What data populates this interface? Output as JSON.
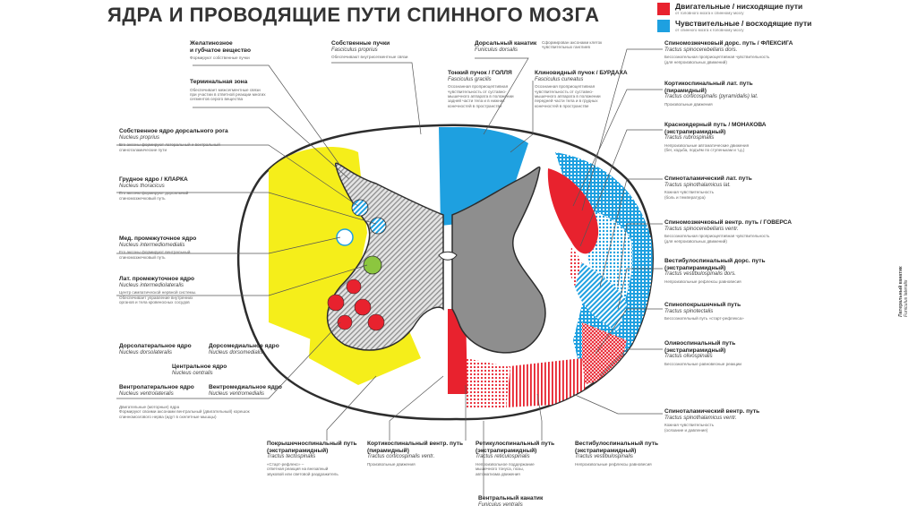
{
  "title": "ЯДРА И ПРОВОДЯЩИЕ ПУТИ СПИННОГО МОЗГА",
  "legend": [
    {
      "title": "Двигательные / нисходящие пути",
      "sub": "от головного мозга к спинному мозгу",
      "color": "#e8222e"
    },
    {
      "title": "Чувствительные / восходящие пути",
      "sub": "от спинного мозга к головному мозгу",
      "color": "#1ea0e0"
    }
  ],
  "colors": {
    "grey": "#8e8e8e",
    "yellow": "#f5ee1a",
    "red": "#e8222e",
    "blue": "#1ea0e0",
    "green": "#8cc63f",
    "outline": "#2d2d2d"
  },
  "labels_left": [
    {
      "key": "gelat",
      "title": "Желатинозное",
      "title2": "и губчатое вещество",
      "desc": "Формируют собственные пучки"
    },
    {
      "key": "term",
      "title": "Терминальная зона",
      "desc": "Обеспечивает межсегментные связи",
      "desc2": "при участии в ответной реакции многих",
      "desc3": "сегментов серого вещества"
    },
    {
      "key": "proprius",
      "title": "Собственное ядро дорсального рога",
      "latin": "Nucleus proprius",
      "desc": "Его аксоны формируют латеральный и вентральный",
      "desc2": "спиноталамические пути"
    },
    {
      "key": "clark",
      "title": "Грудное ядро / КЛАРКА",
      "latin": "Nucleus thoracicus",
      "desc": "Его аксоны формируют дорсальный",
      "desc2": "спиномозжечковый путь"
    },
    {
      "key": "medint",
      "title": "Мед. промежуточное ядро",
      "latin": "Nucleus intermediomedialis",
      "desc": "Его аксоны формируют вентральный",
      "desc2": "спиномозжечковый путь"
    },
    {
      "key": "latint",
      "title": "Лат. промежуточное ядро",
      "latin": "Nucleus intermediolateralis",
      "desc": "Центр симпатической нервной системы.",
      "desc2": "Обеспечивает управление внутренних",
      "desc3": "органов и тела кровеносных сосудов"
    },
    {
      "key": "dorsolat",
      "title": "Дорсолатеральное ядро",
      "latin": "Nucleus dorsolateralis"
    },
    {
      "key": "dorsomed",
      "title": "Дорсомедиальное ядро",
      "latin": "Nucleus dorsomedialis"
    },
    {
      "key": "central",
      "title": "Центральное ядро",
      "latin": "Nucleus centralis"
    },
    {
      "key": "ventrolat",
      "title": "Вентролатеральное ядро",
      "latin": "Nucleus ventrolateralis"
    },
    {
      "key": "ventromed",
      "title": "Вентромедиальное ядро",
      "latin": "Nucleus ventromedialis"
    },
    {
      "key": "motor",
      "desc": "Двигательные (моторные) ядра",
      "desc2": "Формируют своими аксонами вентральный (двигательный) корешок",
      "desc3": "спинномозгового нерва (идут в скелетные мышцы)"
    }
  ],
  "labels_top": [
    {
      "key": "fprop",
      "title": "Собственные пучки",
      "latin": "Fasciculus proprius",
      "desc": "Обеспечивают внутрисегментные связи"
    },
    {
      "key": "dors",
      "title": "Дорсальный канатик",
      "latin": "Funiculus dorsalis",
      "desc": "Сформирован аксонами клеток",
      "desc2": "чувствительных ганглиев"
    },
    {
      "key": "goll",
      "title": "Тонкий пучок / ГОЛЛЯ",
      "latin": "Fasciculus gracilis",
      "desc": "Осознанная проприоцептивная",
      "desc2": "чувствительность от суставно-",
      "desc3": "мышечного аппарата в положении",
      "desc4": "задней части тела и в нижних",
      "desc5": "конечностей в пространстве"
    },
    {
      "key": "burd",
      "title": "Клиновидный пучок / БУРДАХА",
      "latin": "Fasciculus cuneatus",
      "desc": "Осознанная проприоцептивная",
      "desc2": "чувствительность от суставно-",
      "desc3": "мышечного аппарата в положении",
      "desc4": "передней части тела и в грудных",
      "desc5": "конечностей в пространстве"
    }
  ],
  "labels_right": [
    {
      "key": "flechsig",
      "title": "Спиномозжечковый дорс. путь / ФЛЕКСИГА",
      "latin": "Tractus spinocerebellaris dors.",
      "desc": "Бессознательная проприоцептивная чувствительность",
      "desc2": "(для непроизвольных движений)"
    },
    {
      "key": "cortlat",
      "title": "Кортикоспинальный лат. путь",
      "title2": "(пирамидный)",
      "latin": "Tractus corticospinalis (pyramidalis) lat.",
      "desc": "Произвольные движения"
    },
    {
      "key": "monakow",
      "title": "Красноядерный путь / МОНАКОВА",
      "title2": "(экстрапирамидный)",
      "latin": "Tractus rubrospinalis",
      "desc": "Непроизвольные автоматические движения",
      "desc2": "(бег, ходьба, подъём по ступенькам и т.д.)"
    },
    {
      "key": "stlat",
      "title": "Спиноталамический лат. путь",
      "latin": "Tractus spinothalamicus lat.",
      "desc": "Кожная чувствительность",
      "desc2": "(боль и температура)"
    },
    {
      "key": "gowers",
      "title": "Спиномозжечковый вентр. путь / ГОВЕРСА",
      "latin": "Tractus spinocerebellaris ventr.",
      "desc": "Бессознательная проприоцептивная чувствительность",
      "desc2": "(для непроизвольных движений)"
    },
    {
      "key": "vestdors",
      "title": "Вестибулоспинальный дорс. путь",
      "title2": "(экстрапирамидный)",
      "latin": "Tractus vestibulospinalis dors.",
      "desc": "Непроизвольные рефлексы равновесия"
    },
    {
      "key": "spintect",
      "title": "Спинопокрышечный путь",
      "latin": "Tractus spinotectalis",
      "desc": "Бессознательный путь «старт-рефлекса»"
    },
    {
      "key": "olivo",
      "title": "Оливоспинальный путь",
      "title2": "(экстрапирамидный)",
      "latin": "Tractus olivospinalis",
      "desc": "Бессознательные равновесные реакции"
    },
    {
      "key": "stventr",
      "title": "Спиноталамический вентр. путь",
      "latin": "Tractus spinothalamicus ventr.",
      "desc": "Кожная чувствительность",
      "desc2": "(осязание и давление)"
    }
  ],
  "labels_bottom": [
    {
      "key": "tecto",
      "title": "Покрышечноспинальный путь",
      "title2": "(экстрапирамидный)",
      "latin": "Tractus tectospinalis",
      "desc": "«Старт-рефлекс» –",
      "desc2": "ответная реакция на внезапный",
      "desc3": "звуковой или световой раздражитель"
    },
    {
      "key": "cortvent",
      "title": "Кортикоспинальный вентр. путь",
      "title2": "(пирамидный)",
      "latin": "Tractus corticospinalis ventr.",
      "desc": "Произвольные движения"
    },
    {
      "key": "retic",
      "title": "Ретикулоспинальный путь",
      "title2": "(экстрапирамидный)",
      "latin": "Tractus reticulospinalis",
      "desc": "Непроизвольное поддержание",
      "desc2": "мышечного тонуса, позы,",
      "desc3": "автоматизма движения"
    },
    {
      "key": "vestib",
      "title": "Вестибулоспинальный путь",
      "title2": "(экстрапирамидный)",
      "latin": "Tractus vestibulospinalis",
      "desc": "Непроизвольные рефлексы равновесия"
    },
    {
      "key": "ventfun",
      "title": "Вентральный канатик",
      "latin": "Funiculus ventralis"
    }
  ],
  "side_label": {
    "title": "Латеральный канатик",
    "latin": "Funiculus lateralis"
  }
}
